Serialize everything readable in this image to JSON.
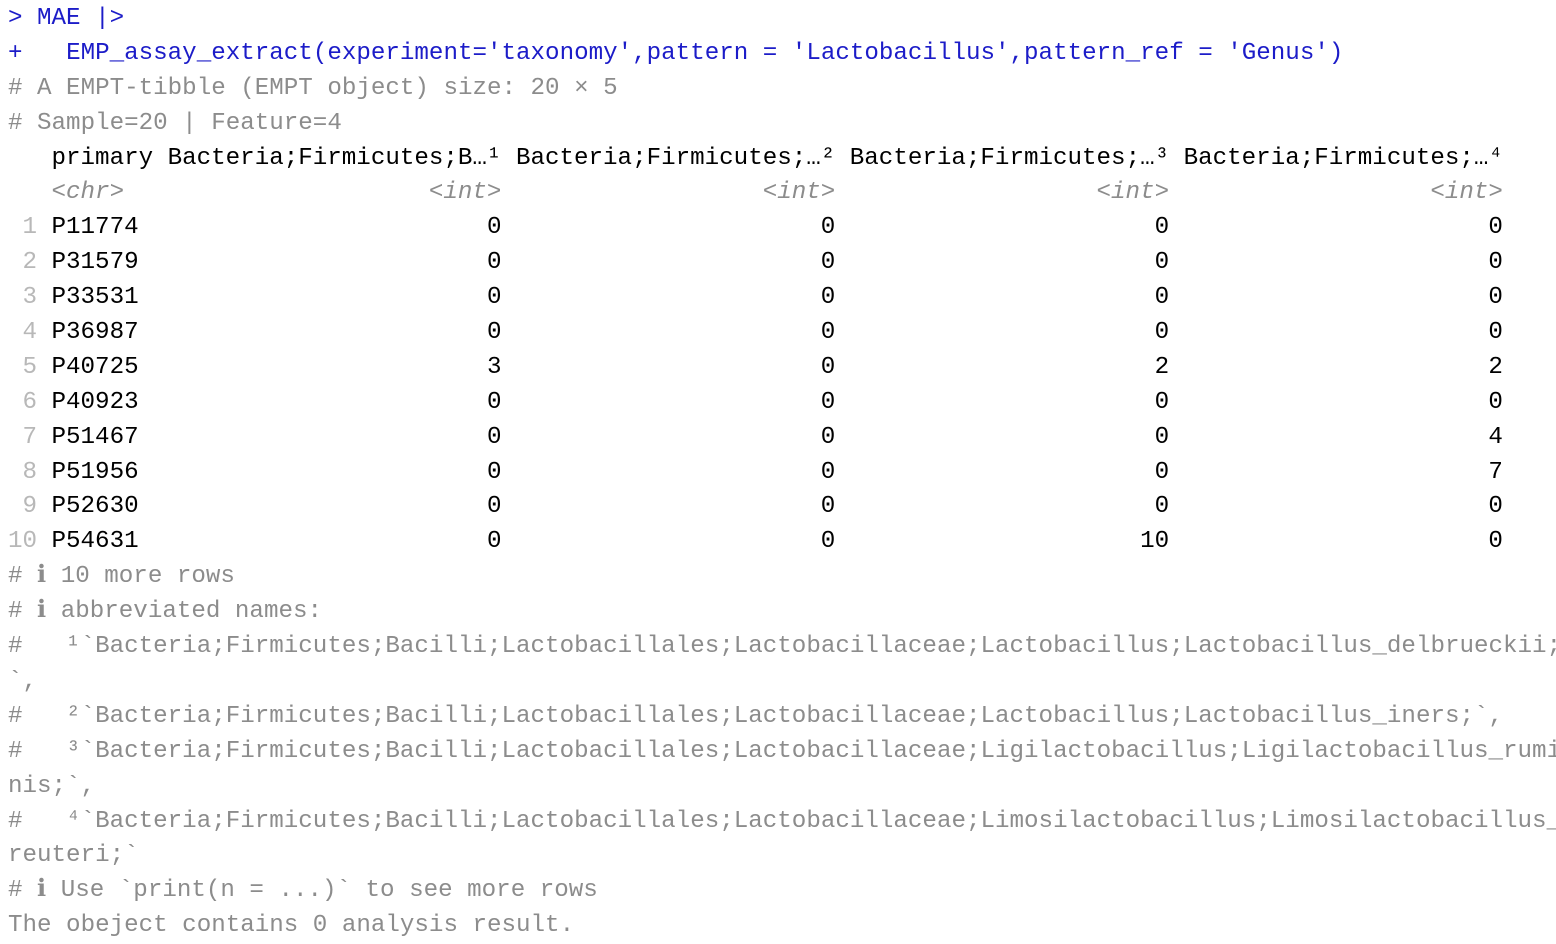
{
  "command": {
    "line1_prompt": ">",
    "line1_code": "MAE |>",
    "line2_prompt": "+",
    "line2_code": "EMP_assay_extract(experiment='taxonomy',pattern = 'Lactobacillus',pattern_ref = 'Genus')"
  },
  "header": {
    "line1": "# A EMPT-tibble (EMPT object) size: 20 × 5",
    "line2": "# Sample=20 | Feature=4"
  },
  "table": {
    "columns": [
      "primary",
      "Bacteria;Firmicutes;B…¹",
      "Bacteria;Firmicutes;…²",
      "Bacteria;Firmicutes;…³",
      "Bacteria;Firmicutes;…⁴"
    ],
    "types": [
      "<chr>",
      "<int>",
      "<int>",
      "<int>",
      "<int>"
    ],
    "rows": [
      {
        "n": "1",
        "id": "P11774",
        "v": [
          "0",
          "0",
          "0",
          "0"
        ]
      },
      {
        "n": "2",
        "id": "P31579",
        "v": [
          "0",
          "0",
          "0",
          "0"
        ]
      },
      {
        "n": "3",
        "id": "P33531",
        "v": [
          "0",
          "0",
          "0",
          "0"
        ]
      },
      {
        "n": "4",
        "id": "P36987",
        "v": [
          "0",
          "0",
          "0",
          "0"
        ]
      },
      {
        "n": "5",
        "id": "P40725",
        "v": [
          "3",
          "0",
          "2",
          "2"
        ]
      },
      {
        "n": "6",
        "id": "P40923",
        "v": [
          "0",
          "0",
          "0",
          "0"
        ]
      },
      {
        "n": "7",
        "id": "P51467",
        "v": [
          "0",
          "0",
          "0",
          "4"
        ]
      },
      {
        "n": "8",
        "id": "P51956",
        "v": [
          "0",
          "0",
          "0",
          "7"
        ]
      },
      {
        "n": "9",
        "id": "P52630",
        "v": [
          "0",
          "0",
          "0",
          "0"
        ]
      },
      {
        "n": "10",
        "id": "P54631",
        "v": [
          "0",
          "0",
          "10",
          "0"
        ]
      }
    ]
  },
  "footer": {
    "more_rows": "# ℹ 10 more rows",
    "abbrev": "# ℹ abbreviated names:",
    "notes": [
      "#   ¹`Bacteria;Firmicutes;Bacilli;Lactobacillales;Lactobacillaceae;Lactobacillus;Lactobacillus_delbrueckii;`,",
      "#   ²`Bacteria;Firmicutes;Bacilli;Lactobacillales;Lactobacillaceae;Lactobacillus;Lactobacillus_iners;`,",
      "#   ³`Bacteria;Firmicutes;Bacilli;Lactobacillales;Lactobacillaceae;Ligilactobacillus;Ligilactobacillus_ruminis;`,",
      "#   ⁴`Bacteria;Firmicutes;Bacilli;Lactobacillales;Lactobacillaceae;Limosilactobacillus;Limosilactobacillus_reuteri;`"
    ],
    "print_hint": "# ℹ Use `print(n = ...)` to see more rows",
    "result": "The obeject contains 0 analysis result."
  }
}
